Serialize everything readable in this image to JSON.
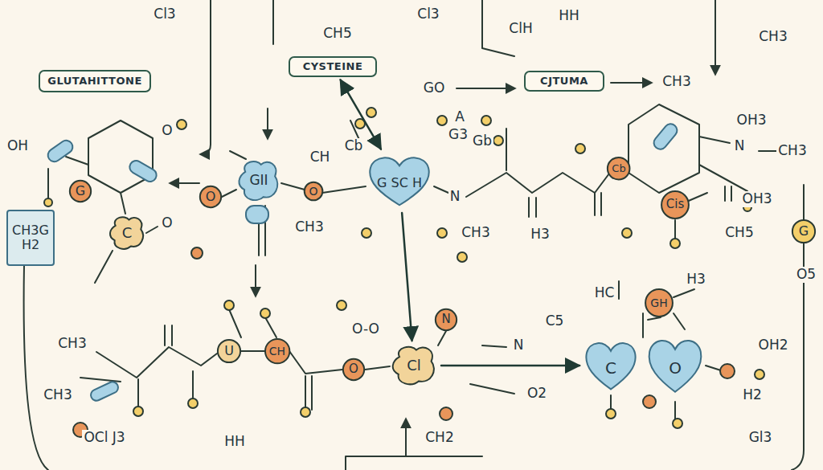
{
  "diagram": {
    "nodes": [
      {
        "text": [
          "GLUTAHITTONE"
        ]
      },
      {
        "text": [
          "CYSTEINE"
        ]
      },
      {
        "text": [
          "CJTUMA"
        ]
      },
      {
        "text": [
          "CH3G",
          "H2"
        ]
      },
      {
        "text": [
          "G"
        ]
      },
      {
        "text": [
          "C"
        ]
      },
      {
        "text": [
          "O"
        ]
      },
      {
        "text": [
          "GII"
        ]
      },
      {
        "text": [
          "O"
        ]
      },
      {
        "text": [
          "G SC H"
        ]
      },
      {
        "text": [
          "Cb"
        ]
      },
      {
        "text": [
          "Cis"
        ]
      },
      {
        "text": [
          "G"
        ]
      },
      {
        "text": [
          "U"
        ]
      },
      {
        "text": [
          "CH"
        ]
      },
      {
        "text": [
          "O"
        ]
      },
      {
        "text": [
          "Cl"
        ]
      },
      {
        "text": [
          "N"
        ]
      },
      {
        "text": [
          "GH"
        ]
      },
      {
        "text": [
          "C"
        ]
      },
      {
        "text": [
          "O"
        ]
      }
    ],
    "edges": [
      {
        "from": 1,
        "to": 9,
        "arrow": "both"
      },
      {
        "from": 9,
        "to": 16,
        "arrow": "to"
      },
      {
        "from": 16,
        "to": 19,
        "arrow": "to"
      }
    ],
    "labels": [
      "Cl3",
      "CH5",
      "Cl3",
      "ClH",
      "HH",
      "CH3",
      "GO",
      "CH3",
      "OH",
      "O",
      "O",
      "CH3",
      "CH",
      "Cb",
      "A",
      "G3",
      "Gb",
      "N",
      "CH3",
      "H3",
      "OH3",
      "N",
      "CH3",
      "OH3",
      "CH5",
      "O5",
      "CH3",
      "CH3",
      "OCl J3",
      "HH",
      "O-O",
      "N",
      "O2",
      "HC",
      "C5",
      "H3",
      "OH2",
      "H2",
      "Gl3",
      "CH2"
    ]
  }
}
